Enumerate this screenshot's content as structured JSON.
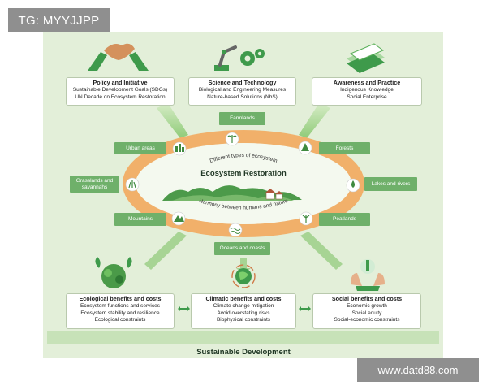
{
  "badge": "TG: MYYJJPP",
  "watermark": "www.datd88.com",
  "top_boxes": [
    {
      "title": "Policy and Initiative",
      "lines": [
        "Sustainable Development Goals (SDGs)",
        "UN Decade on Ecosystem Restoration"
      ]
    },
    {
      "title": "Science and Technology",
      "lines": [
        "Biological and Engineering Measures",
        "Nature-based  Solutions  (NbS)"
      ]
    },
    {
      "title": "Awareness and Practice",
      "lines": [
        "Indigenous Knowledge",
        "Social Enterprise"
      ]
    }
  ],
  "ecosystems": {
    "farmlands": "Farmlands",
    "urban": "Urban areas",
    "forests": "Forests",
    "grasslands": "Grasslands and savannahs",
    "lakes": "Lakes and rivers",
    "mountains": "Mountains",
    "peatlands": "Peatlands",
    "oceans": "Oceans and coasts"
  },
  "center": {
    "arc_top": "Different types of ecosystem",
    "title": "Ecosystem Restoration",
    "arc_bottom": "Harmony between humans and nature"
  },
  "bottom_boxes": [
    {
      "title": "Ecological benefits and costs",
      "lines": [
        "Ecosystem functions and services",
        "Ecosystem stability and resilience",
        "Ecological constraints"
      ]
    },
    {
      "title": "Climatic benefits and costs",
      "lines": [
        "Climate change mitigation",
        "Avoid overstating risks",
        "Biophysical constraints"
      ]
    },
    {
      "title": "Social benefits and costs",
      "lines": [
        "Economic growth",
        "Social equity",
        "Social-economic constraints"
      ]
    }
  ],
  "footer": "Sustainable Development",
  "colors": {
    "ring": "#f1b06a",
    "tag": "#6fb06a",
    "panel": "#e3efd9",
    "arrow": "#9fd08a"
  }
}
